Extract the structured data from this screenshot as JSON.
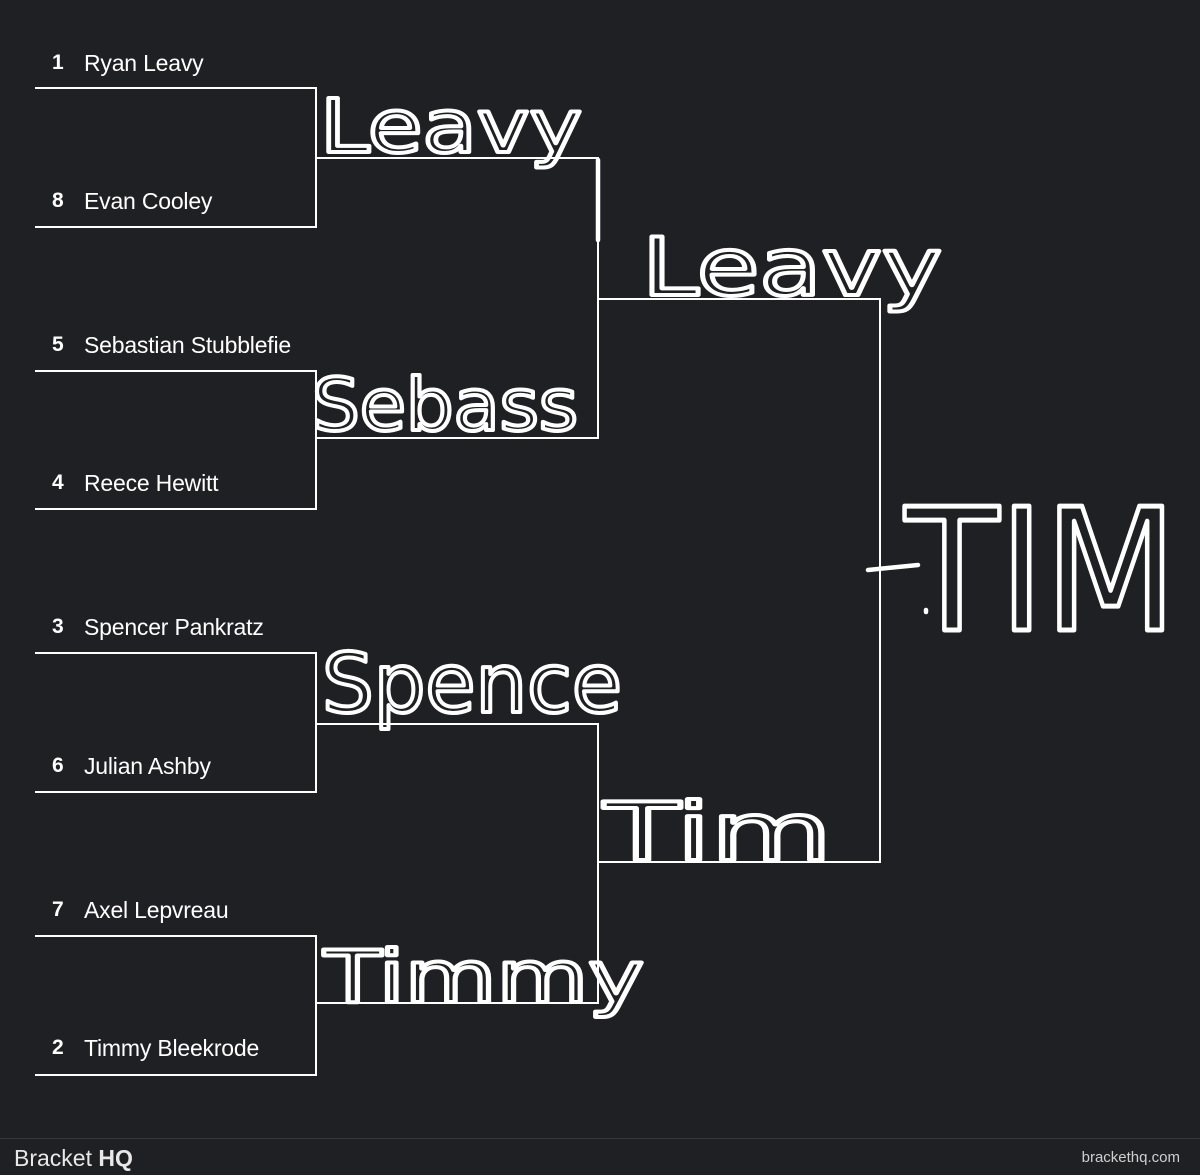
{
  "bracket": {
    "entrants": [
      {
        "seed": "1",
        "name": "Ryan Leavy"
      },
      {
        "seed": "8",
        "name": "Evan Cooley"
      },
      {
        "seed": "5",
        "name": "Sebastian Stubblefie"
      },
      {
        "seed": "4",
        "name": "Reece Hewitt"
      },
      {
        "seed": "3",
        "name": "Spencer Pankratz"
      },
      {
        "seed": "6",
        "name": "Julian Ashby"
      },
      {
        "seed": "7",
        "name": "Axel Lepvreau"
      },
      {
        "seed": "2",
        "name": "Timmy Bleekrode"
      }
    ],
    "handwritten_picks": {
      "quarterfinals": [
        "Leavy",
        "Sebass",
        "Spence",
        "Timmy"
      ],
      "semifinals": [
        "Leavy",
        "Tim"
      ],
      "champion": "TIM"
    }
  },
  "footer": {
    "brand_regular": "Bracket ",
    "brand_bold": "HQ",
    "site": "brackethq.com"
  },
  "colors": {
    "background": "#1f2024",
    "line": "#ffffff",
    "text": "#ffffff"
  }
}
